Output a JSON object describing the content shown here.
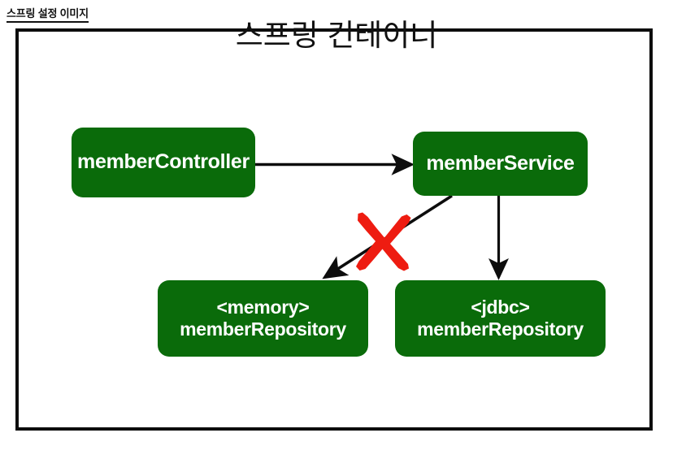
{
  "caption": {
    "text": "스프링 설정 이미지"
  },
  "container": {
    "title": "스프링 컨테이너",
    "border_color": "#0d0d0d",
    "background": "#ffffff"
  },
  "theme": {
    "bean_fill": "#0a6b0a",
    "bean_text": "#ffffff",
    "edge_color": "#0d0d0d",
    "x_mark_color": "#ee1c11",
    "caption_text": "#111111",
    "title_text": "#111111"
  },
  "beans": [
    {
      "id": "memberController",
      "line1": "memberController",
      "line2": ""
    },
    {
      "id": "memberService",
      "line1": "memberService",
      "line2": ""
    },
    {
      "id": "memoryMemberRepository",
      "line1": "<memory>",
      "line2": "memberRepository"
    },
    {
      "id": "jdbcMemberRepository",
      "line1": "<jdbc>",
      "line2": "memberRepository"
    }
  ],
  "edges": [
    {
      "id": "controller-to-service",
      "from": "memberController",
      "to": "memberService",
      "style": "solid-arrow",
      "crossed_out": false
    },
    {
      "id": "service-to-memory-repository",
      "from": "memberService",
      "to": "memoryMemberRepository",
      "style": "solid-arrow",
      "crossed_out": true
    },
    {
      "id": "service-to-jdbc-repository",
      "from": "memberService",
      "to": "jdbcMemberRepository",
      "style": "solid-arrow",
      "crossed_out": false
    }
  ],
  "annotations": [
    {
      "id": "x-mark",
      "kind": "cross-out-mark",
      "target_edge": "service-to-memory-repository",
      "color": "#ee1c11"
    }
  ]
}
